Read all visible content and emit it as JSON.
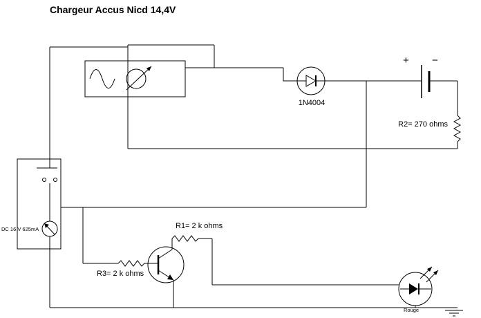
{
  "title": "Chargeur Accus Nicd 14,4V",
  "labels": {
    "diode": "1N4004",
    "r1": "R1= 2 k ohms",
    "r2": "R2= 270 ohms",
    "r3": "R3= 2 k ohms",
    "dc_input": "DC 16 V 625mA",
    "led_color": "Rouge",
    "battery_plus": "+",
    "battery_minus": "−"
  },
  "colors": {
    "ink": "#000000",
    "background": "#ffffff"
  }
}
